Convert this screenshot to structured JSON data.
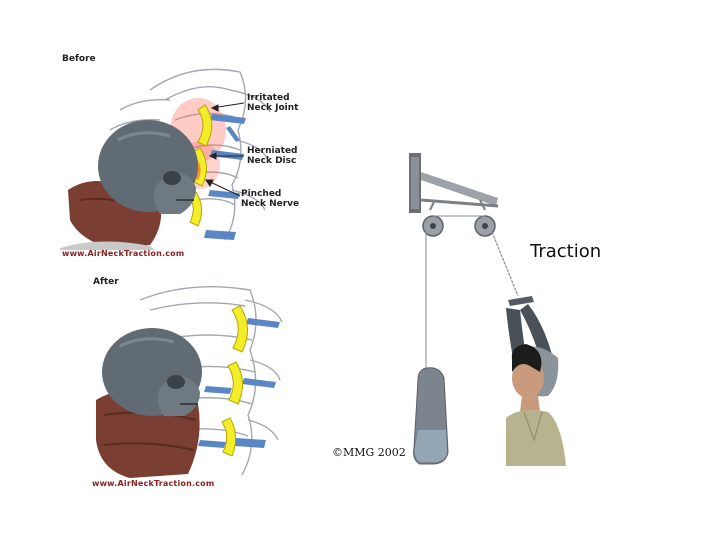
{
  "before_panel": {
    "title": "Before",
    "labels": {
      "irritated_joint": "Irritated\nNeck Joint",
      "herniated_disc": "Herniated\nNeck Disc",
      "pinched_nerve": "Pinched\nNeck Nerve"
    },
    "watermark": "www.AirNeckTraction.com"
  },
  "after_panel": {
    "title": "After",
    "watermark": "www.AirNeckTraction.com"
  },
  "traction_panel": {
    "title": "Traction",
    "copyright": "©MMG 2002"
  },
  "colors": {
    "vertebra_outline": "#9aa0a8",
    "disc_yellow": "#f2ef2a",
    "blue_bone": "#5b86c4",
    "skull_gray": "#5f6a72",
    "collar_brown": "#7a3f32",
    "inflammation": "#ff5a4a"
  }
}
